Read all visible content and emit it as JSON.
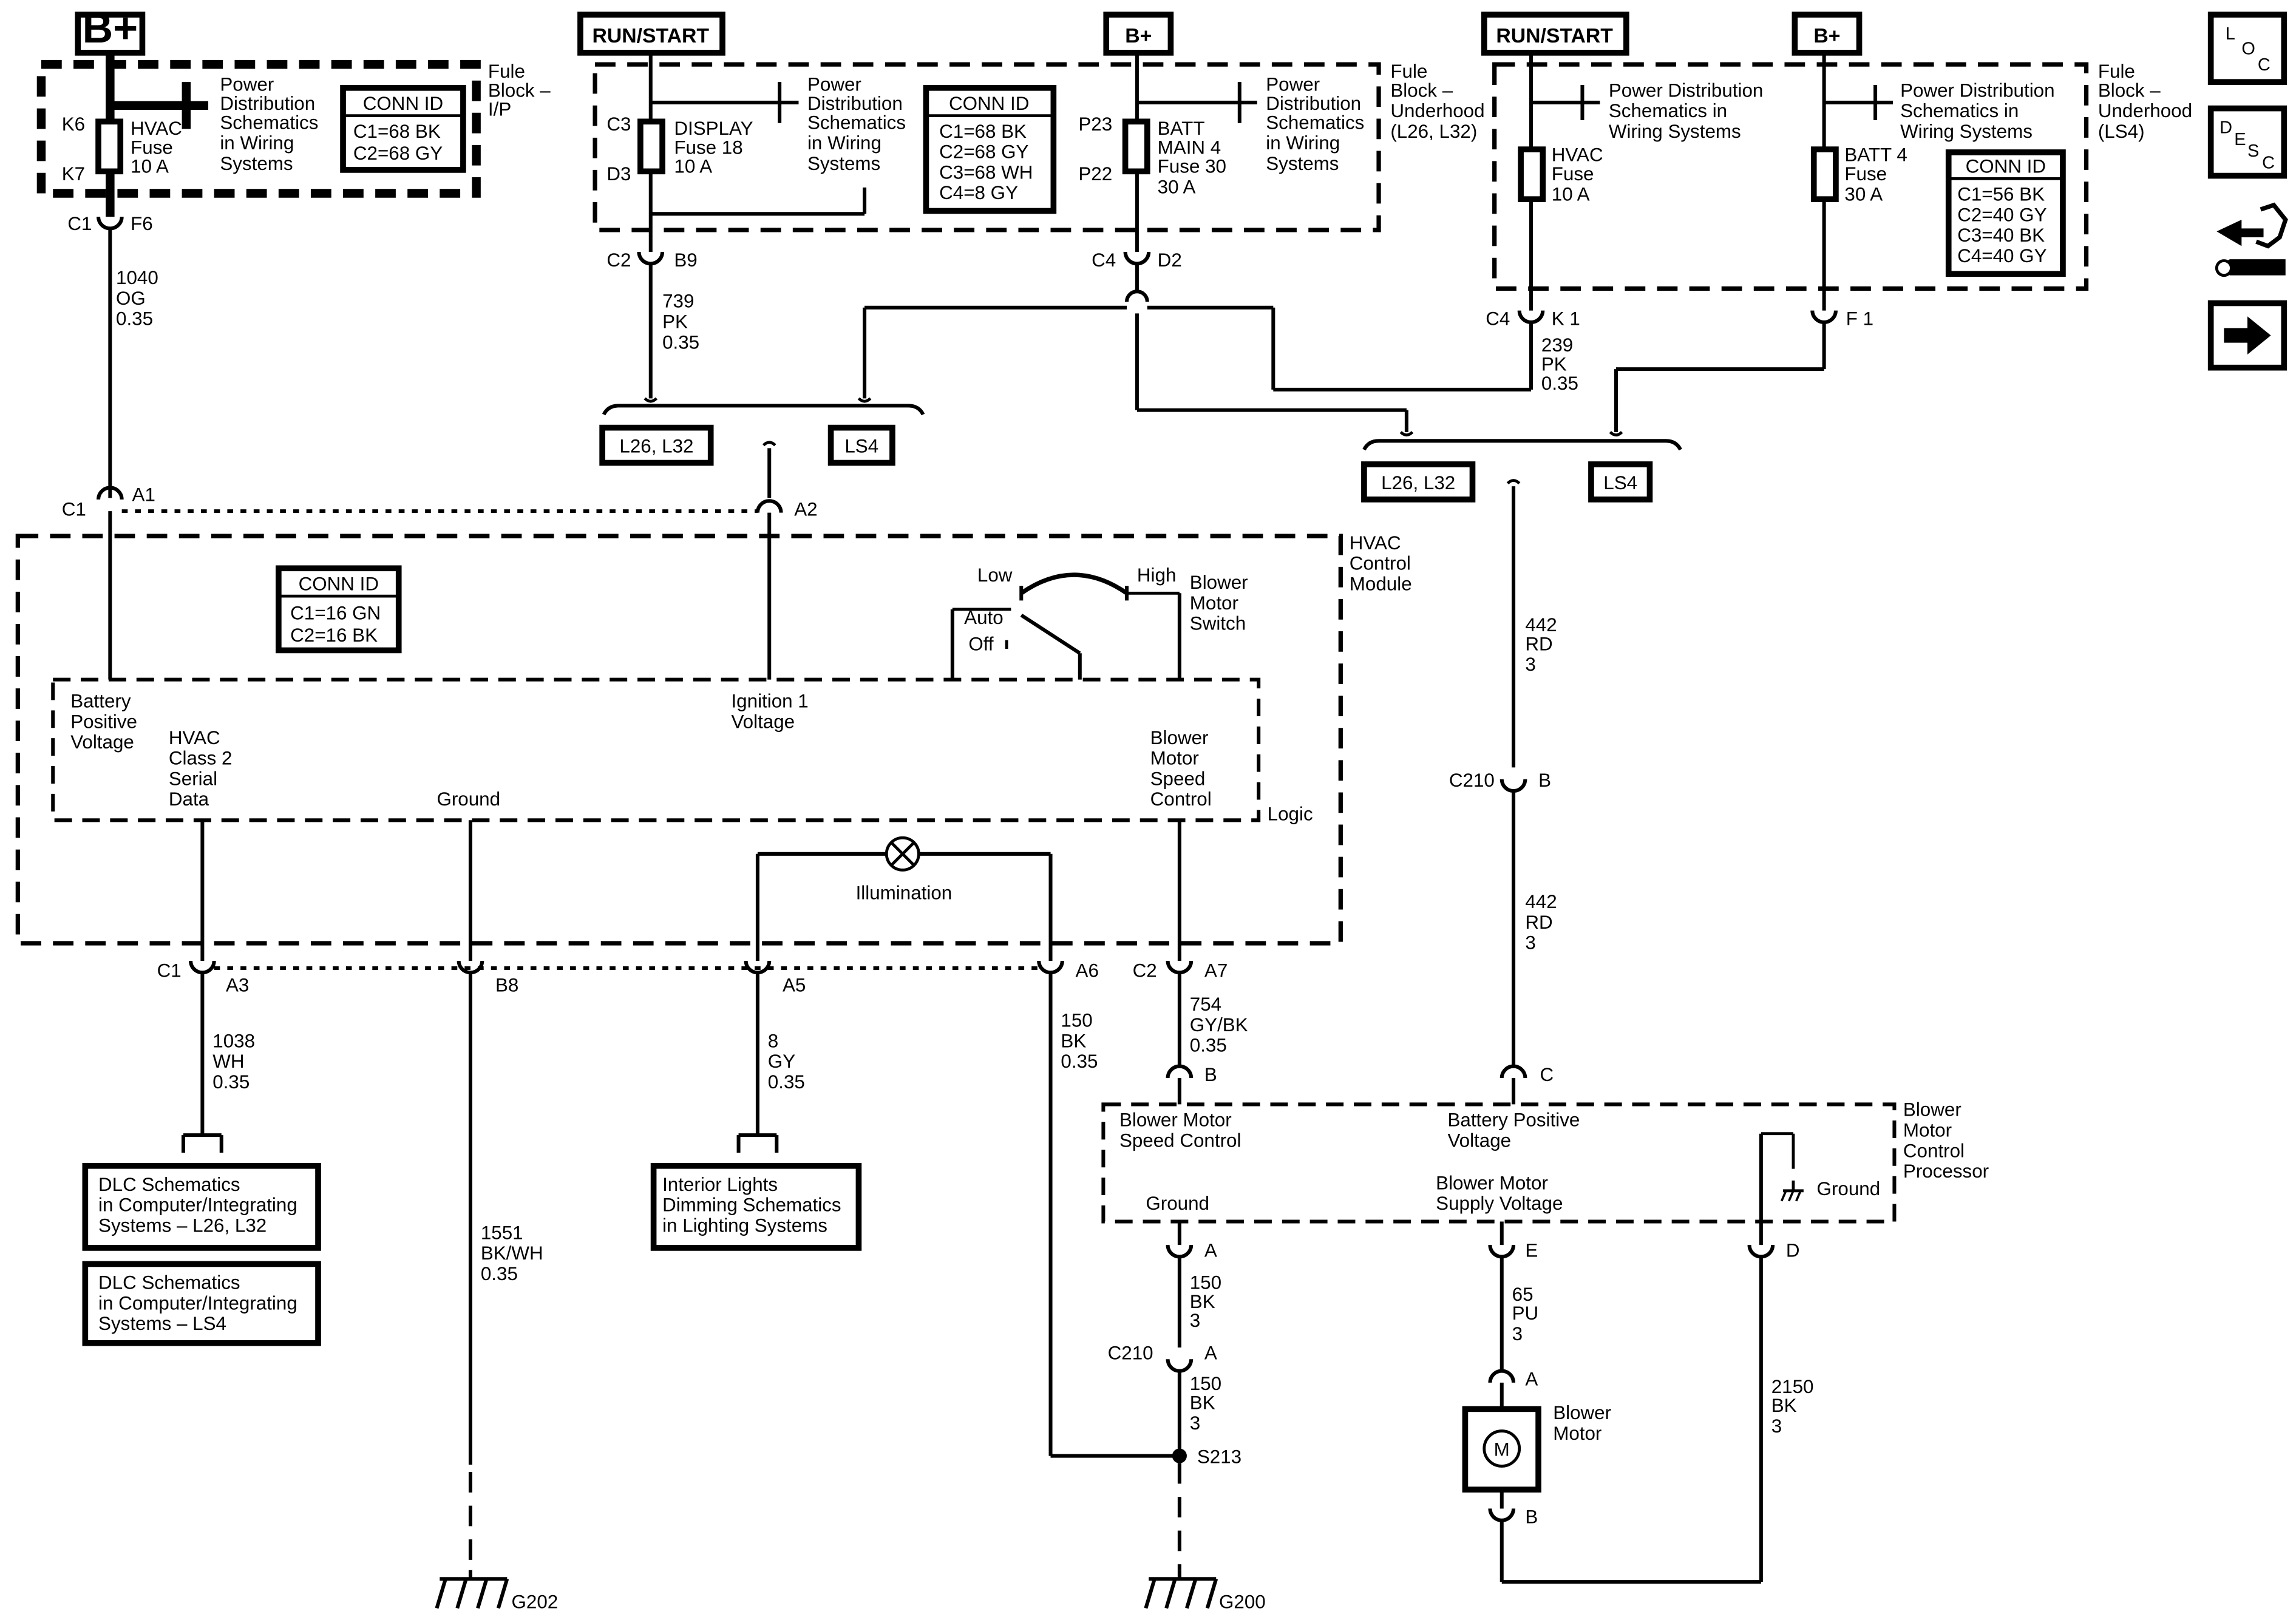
{
  "supplies": {
    "bplus_1": "B+",
    "runstart_1": "RUN/START",
    "bplus_2": "B+",
    "runstart_2": "RUN/START",
    "bplus_3": "B+"
  },
  "fuse_block_ip": {
    "label": [
      "Fule",
      "Block –",
      "I/P"
    ],
    "pin_in": "K6",
    "pin_out": "K7",
    "fuse": [
      "HVAC",
      "Fuse",
      "10 A"
    ],
    "note": [
      "Power",
      "Distribution",
      "Schematics",
      "in Wiring",
      "Systems"
    ],
    "conn_title": "CONN ID",
    "conn": [
      "C1=68 BK",
      "C2=68 GY"
    ]
  },
  "fuse_block_uh1": {
    "label": [
      "Fule",
      "Block –",
      "Underhood",
      "(L26, L32)"
    ],
    "display_pin_in": "C3",
    "display_pin_out": "D3",
    "display_fuse": [
      "DISPLAY",
      "Fuse 18",
      "10 A"
    ],
    "display_note": [
      "Power",
      "Distribution",
      "Schematics",
      "in Wiring",
      "Systems"
    ],
    "conn_title": "CONN ID",
    "conn": [
      "C1=68 BK",
      "C2=68 GY",
      "C3=68 WH",
      "C4=8 GY"
    ],
    "batt_pin_in": "P23",
    "batt_pin_out": "P22",
    "batt_fuse": [
      "BATT",
      "MAIN 4",
      "Fuse 30",
      "30 A"
    ],
    "batt_note": [
      "Power",
      "Distribution",
      "Schematics",
      "in Wiring",
      "Systems"
    ]
  },
  "fuse_block_uh2": {
    "label": [
      "Fule",
      "Block –",
      "Underhood",
      "(LS4)"
    ],
    "hvac_note": [
      "Power Distribution",
      "Schematics in",
      "Wiring Systems"
    ],
    "hvac_fuse": [
      "HVAC",
      "Fuse",
      "10 A"
    ],
    "batt_note": [
      "Power Distribution",
      "Schematics in",
      "Wiring Systems"
    ],
    "batt_fuse": [
      "BATT 4",
      "Fuse",
      "30 A"
    ],
    "conn_title": "CONN ID",
    "conn": [
      "C1=56 BK",
      "C2=40 GY",
      "C3=40 BK",
      "C4=40 GY"
    ]
  },
  "connectors": {
    "c1_f6": [
      "C1",
      "F6"
    ],
    "c2_b9": [
      "C2",
      "B9"
    ],
    "c4_d2": [
      "C4",
      "D2"
    ],
    "c4_k1": [
      "C4",
      "K 1"
    ],
    "f1": "F 1",
    "c1_a1": [
      "C1",
      "A1"
    ],
    "a2": "A2",
    "c1_a3": [
      "C1",
      "A3"
    ],
    "b8": "B8",
    "a5": "A5",
    "a6": "A6",
    "c2_a7": [
      "C2",
      "A7"
    ],
    "c210_b": [
      "C210",
      "B"
    ],
    "b_bmcp": "B",
    "c_bmcp": "C",
    "a_gnd": "A",
    "e": "E",
    "d": "D",
    "c210_a": [
      "C210",
      "A"
    ],
    "motor_a": "A",
    "motor_b": "B"
  },
  "wires": {
    "w1040": [
      "1040",
      "OG",
      "0.35"
    ],
    "w739": [
      "739",
      "PK",
      "0.35"
    ],
    "w239": [
      "239",
      "PK",
      "0.35"
    ],
    "w442a": [
      "442",
      "RD",
      "3"
    ],
    "w442b": [
      "442",
      "RD",
      "3"
    ],
    "w1038": [
      "1038",
      "WH",
      "0.35"
    ],
    "w1551": [
      "1551",
      "BK/WH",
      "0.35"
    ],
    "w8": [
      "8",
      "GY",
      "0.35"
    ],
    "w150a": [
      "150",
      "BK",
      "0.35"
    ],
    "w754": [
      "754",
      "GY/BK",
      "0.35"
    ],
    "w150b": [
      "150",
      "BK",
      "3"
    ],
    "w150c": [
      "150",
      "BK",
      "3"
    ],
    "w65": [
      "65",
      "PU",
      "3"
    ],
    "w2150": [
      "2150",
      "BK",
      "3"
    ]
  },
  "options": {
    "left_a": "L26, L32",
    "left_b": "LS4",
    "right_a": "L26, L32",
    "right_b": "LS4"
  },
  "hvac_module": {
    "label": [
      "HVAC",
      "Control",
      "Module"
    ],
    "conn_title": "CONN ID",
    "conn": [
      "C1=16 GN",
      "C2=16 BK"
    ],
    "logic": "Logic",
    "battery": [
      "Battery",
      "Positive",
      "Voltage"
    ],
    "class2": [
      "HVAC",
      "Class 2",
      "Serial",
      "Data"
    ],
    "ground": "Ground",
    "ignition": [
      "Ignition 1",
      "Voltage"
    ],
    "blower_speed": [
      "Blower",
      "Motor",
      "Speed",
      "Control"
    ],
    "illumination": "Illumination",
    "switch_low": "Low",
    "switch_high": "High",
    "switch_auto": "Auto",
    "switch_off": "Off",
    "switch_label": [
      "Blower",
      "Motor",
      "Switch"
    ]
  },
  "bmcp": {
    "label": [
      "Blower",
      "Motor",
      "Control",
      "Processor"
    ],
    "speed": [
      "Blower Motor",
      "Speed Control"
    ],
    "battery": [
      "Battery Positive",
      "Voltage"
    ],
    "ground_left": "Ground",
    "supply": [
      "Blower Motor",
      "Supply Voltage"
    ],
    "ground_right": "Ground"
  },
  "refs": {
    "dlc1": [
      "DLC Schematics",
      "in Computer/Integrating",
      "Systems – L26, L32"
    ],
    "dlc2": [
      "DLC Schematics",
      "in Computer/Integrating",
      "Systems – LS4"
    ],
    "interior": [
      "Interior Lights",
      "Dimming Schematics",
      "in Lighting Systems"
    ]
  },
  "splice": "S213",
  "grounds": {
    "g202": "G202",
    "g200": "G200"
  },
  "motor": {
    "symbol": "M",
    "label": [
      "Blower",
      "Motor"
    ]
  },
  "nav": {
    "loc": [
      "L",
      "O",
      "C"
    ],
    "desc": [
      "D",
      "E",
      "S",
      "C"
    ],
    "connector_icon": "connector-icon",
    "next_icon": "arrow-right-icon"
  }
}
